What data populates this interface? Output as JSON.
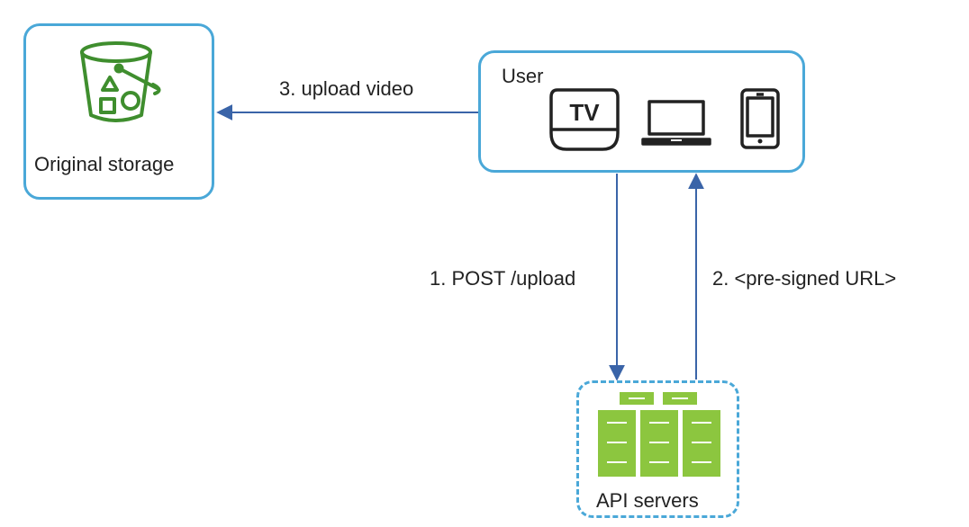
{
  "nodes": {
    "storage": {
      "label": "Original storage",
      "icon": "bucket-icon"
    },
    "user": {
      "label": "User",
      "devices": [
        {
          "name": "tv-icon",
          "text": "TV"
        },
        {
          "name": "laptop-icon"
        },
        {
          "name": "phone-icon"
        }
      ]
    },
    "api": {
      "label": "API servers",
      "icon": "server-rack-icon"
    }
  },
  "edges": {
    "post_upload": "1. POST /upload",
    "presigned_url": "2. <pre-signed URL>",
    "upload_video": "3. upload video"
  },
  "colors": {
    "box_border": "#4aa8d8",
    "arrow": "#3a64a8",
    "bucket": "#3f8e2e",
    "server": "#8cc63f"
  }
}
